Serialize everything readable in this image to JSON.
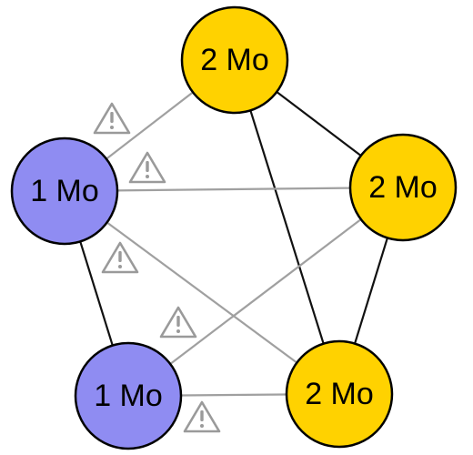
{
  "colors": {
    "background": "#ffffff",
    "node_blue": "#8f8cf2",
    "node_yellow": "#ffd200",
    "node_stroke": "#000000",
    "edge_strong": "#111111",
    "edge_weak": "#a0a0a0",
    "warning": "#9a9a9a"
  },
  "nodes": [
    {
      "id": "top",
      "label": "2 Mo",
      "kind": "yellow"
    },
    {
      "id": "right",
      "label": "2 Mo",
      "kind": "yellow"
    },
    {
      "id": "bottom-right",
      "label": "2 Mo",
      "kind": "yellow"
    },
    {
      "id": "bottom-left",
      "label": "1 Mo",
      "kind": "blue"
    },
    {
      "id": "left",
      "label": "1 Mo",
      "kind": "blue"
    }
  ],
  "edges": [
    {
      "from": "top",
      "to": "right",
      "style": "strong"
    },
    {
      "from": "top",
      "to": "bottom-right",
      "style": "strong"
    },
    {
      "from": "right",
      "to": "bottom-right",
      "style": "strong"
    },
    {
      "from": "left",
      "to": "bottom-left",
      "style": "strong"
    },
    {
      "from": "top",
      "to": "left",
      "style": "weak",
      "warning": true
    },
    {
      "from": "left",
      "to": "right",
      "style": "weak",
      "warning": true
    },
    {
      "from": "left",
      "to": "bottom-right",
      "style": "weak",
      "warning": true
    },
    {
      "from": "bottom-left",
      "to": "right",
      "style": "weak",
      "warning": true
    },
    {
      "from": "bottom-left",
      "to": "bottom-right",
      "style": "weak",
      "warning": true
    }
  ],
  "warning_icon": "warning-triangle-icon"
}
